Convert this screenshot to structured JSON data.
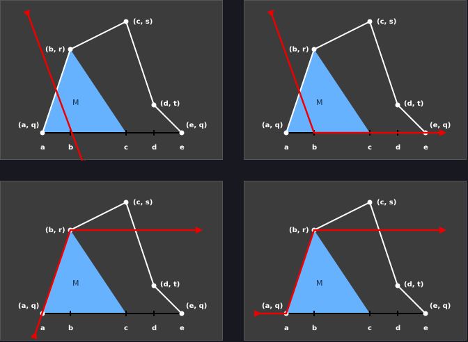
{
  "shared": {
    "points": {
      "aq": "(a, q)",
      "br": "(b, r)",
      "cs": "(c, s)",
      "dt": "(d, t)",
      "eq": "(e, q)"
    },
    "axis_ticks": [
      "a",
      "b",
      "c",
      "d",
      "e"
    ],
    "region_label": "M",
    "colors": {
      "background": "#3c3c3c",
      "region": "#66b2ff",
      "curve": "#ffffff",
      "axis": "#000000",
      "arrow": "#ee0000"
    }
  },
  "panels": [
    {
      "id": "panel-1",
      "arrow_description": "slanted line through b"
    },
    {
      "id": "panel-2",
      "arrow_description": "polyline rising from b and extending right along axis"
    },
    {
      "id": "panel-3",
      "arrow_description": "line through (b, r) extending right and down-left"
    },
    {
      "id": "panel-4",
      "arrow_description": "polyline through (b, r), down to a and extending left"
    }
  ]
}
